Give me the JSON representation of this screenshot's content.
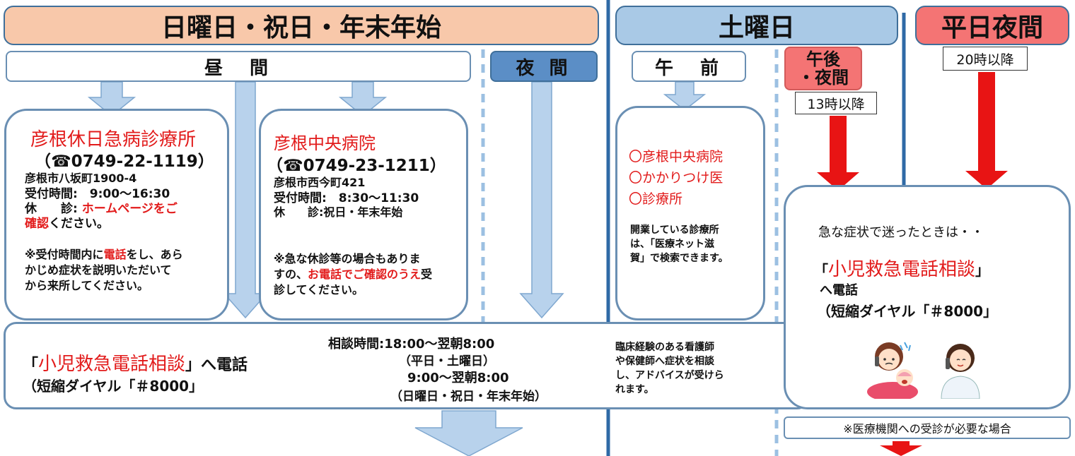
{
  "headers": {
    "weekend": "日曜日・祝日・年末年始",
    "saturday": "土曜日",
    "weeknight": "平日夜間"
  },
  "subheaders": {
    "daytime": "昼　間",
    "night": "夜 間",
    "morning": "午　前",
    "afternoon_line1": "午後",
    "afternoon_line2": "・夜間",
    "after13": "13時以降",
    "after20": "20時以降"
  },
  "clinic1": {
    "name": "彦根休日急病診療所",
    "phone": "（☎0749-22-1119）",
    "address": "彦根市八坂町1900-4",
    "hours": "受付時間:　9:00～16:30",
    "closed_prefix": "休　　診: ",
    "closed_red": "ホームページをご",
    "closed_red2": "確認",
    "closed_rest": "ください。",
    "note_a": "※受付時間内に",
    "note_red": "電話",
    "note_b": "をし、あら",
    "note_c": "かじめ症状を説明いただいて",
    "note_d": "から来所してください。"
  },
  "clinic2": {
    "name": "彦根中央病院",
    "phone": "（☎0749-23-1211）",
    "address": "彦根市西今町421",
    "hours": "受付時間:　8:30～11:30",
    "closed": "休　　診:祝日・年末年始",
    "note_a": "※急な休診等の場合もありま",
    "note_b": "すの、",
    "note_red": "お電話でご確認のうえ",
    "note_c": "受",
    "note_d": "診してください。"
  },
  "saturday_card": {
    "item1": "〇彦根中央病院",
    "item2": "〇かかりつけ医",
    "item3": "〇診療所",
    "note1": "開業している診療所",
    "note2": "は、「医療ネット滋",
    "note3": "賀」で検索できます。"
  },
  "consult_right": {
    "intro": "急な症状で迷ったときは・・",
    "open_quote": "「",
    "name": "小児救急電話相談",
    "close_quote": "」",
    "to_phone": "へ電話",
    "dial": "（短縮ダイヤル「＃8000」"
  },
  "bottom_panel": {
    "open_quote": "「",
    "name": "小児救急電話相談",
    "close_quote": "」へ電話",
    "dial": "（短縮ダイヤル「＃8000」",
    "hours_label": "相談時間:18:00～翌朝8:00",
    "hours_weekday": "（平日・土曜日）",
    "hours2": "9:00～翌朝8:00",
    "hours_holiday": "（日曜日・祝日・年末年始）",
    "nurse1": "臨床経験のある看護師",
    "nurse2": "や保健師へ症状を相談",
    "nurse3": "し、アドバイスが受けら",
    "nurse4": "れます。"
  },
  "footer_note": "※医療機関への受診が必要な場合",
  "colors": {
    "weekend_header": "#f8c8aa",
    "saturday_header": "#a9c9e6",
    "night_header": "#f47474",
    "accent_red": "#e21b1b",
    "arrow_blue": "#b8d2ec",
    "arrow_red": "#e81414",
    "divider": "#2f6aa6"
  }
}
